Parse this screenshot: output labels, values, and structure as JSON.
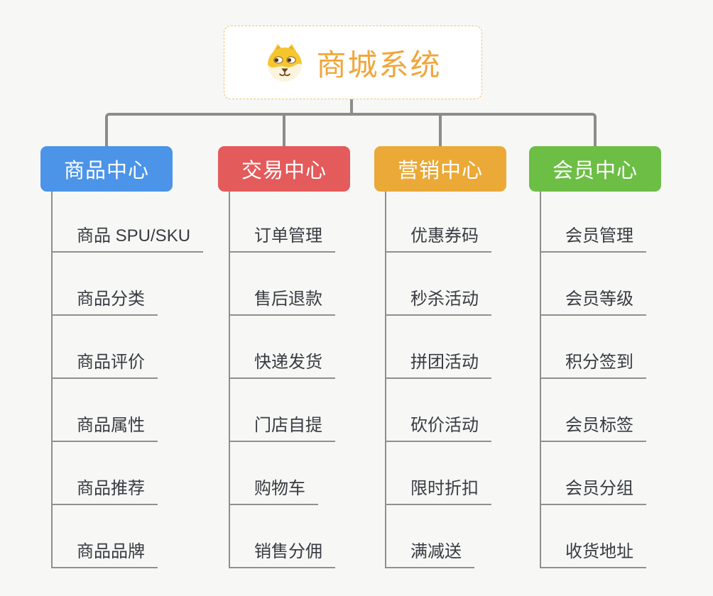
{
  "background_color": "#f7f7f6",
  "connector_color": "#8c8c8c",
  "root": {
    "title": "商城系统",
    "text_color": "#f0a63b",
    "border_color": "#f3c173",
    "icon": "doge-face-icon"
  },
  "branches": [
    {
      "label": "商品中心",
      "color": "#4b94e8",
      "items": [
        "商品 SPU/SKU",
        "商品分类",
        "商品评价",
        "商品属性",
        "商品推荐",
        "商品品牌"
      ]
    },
    {
      "label": "交易中心",
      "color": "#e35b5b",
      "items": [
        "订单管理",
        "售后退款",
        "快递发货",
        "门店自提",
        "购物车",
        "销售分佣"
      ]
    },
    {
      "label": "营销中心",
      "color": "#eba937",
      "items": [
        "优惠券码",
        "秒杀活动",
        "拼团活动",
        "砍价活动",
        "限时折扣",
        "满减送"
      ]
    },
    {
      "label": "会员中心",
      "color": "#6cbe45",
      "items": [
        "会员管理",
        "会员等级",
        "积分签到",
        "会员标签",
        "会员分组",
        "收货地址"
      ]
    }
  ]
}
